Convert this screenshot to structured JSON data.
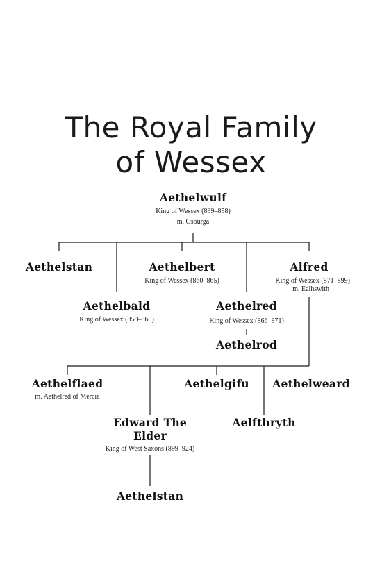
{
  "title_lines": [
    "The Royal Family",
    "of Wessex"
  ],
  "people": {
    "aethelwulf": {
      "name": "Aethelwulf",
      "title": "King of Wessex (839–858)",
      "marriage": "m. Osburga"
    },
    "aethelstan_1": {
      "name": "Aethelstan"
    },
    "aethelbert": {
      "name": "Aethelbert",
      "title": "King of Wessex (860–865)"
    },
    "alfred": {
      "name": "Alfred",
      "title": "King of Wessex (871–899)",
      "marriage": "m. Ealhswith"
    },
    "aethelbald": {
      "name": "Aethelbald",
      "title": "King of Wessex (858–860)"
    },
    "aethelred": {
      "name": "Aethelred",
      "title": "King of Wessex (866–871)"
    },
    "aethelrod": {
      "name": "Aethelrod"
    },
    "aethelflaed": {
      "name": "Aethelflaed",
      "marriage": "m. Aethelred of Mercia"
    },
    "aethelgifu": {
      "name": "Aethelgifu"
    },
    "aethelweard": {
      "name": "Aethelweard"
    },
    "edward": {
      "name_line1": "Edward The",
      "name_line2": "Elder",
      "title": "King of West Saxons (899–924)"
    },
    "aelfthryth": {
      "name": "Aelfthryth"
    },
    "aethelstan_2": {
      "name": "Aethelstan"
    }
  },
  "colors": {
    "ink": "#1a1a1a",
    "background": "#ffffff"
  }
}
